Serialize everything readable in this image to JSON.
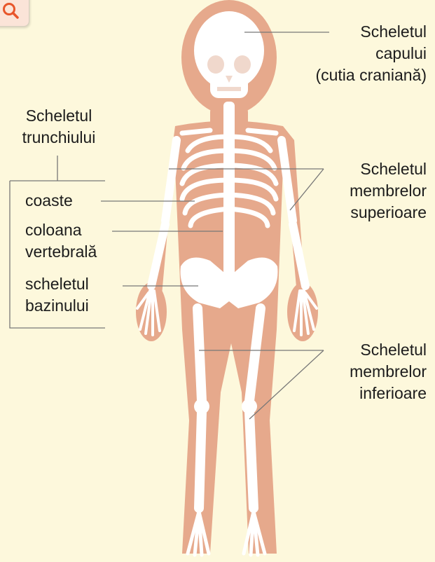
{
  "labels": {
    "skull": {
      "lines": [
        "Scheletul",
        "capului",
        "(cutia craniană)"
      ]
    },
    "trunk": {
      "lines": [
        "Scheletul",
        "trunchiului"
      ]
    },
    "ribs": {
      "lines": [
        "coaste"
      ]
    },
    "spine": {
      "lines": [
        "coloana",
        "vertebrală"
      ]
    },
    "pelvis": {
      "lines": [
        "scheletul",
        "bazinului"
      ]
    },
    "upper_limbs": {
      "lines": [
        "Scheletul",
        "membrelor",
        "superioare"
      ]
    },
    "lower_limbs": {
      "lines": [
        "Scheletul",
        "membrelor",
        "inferioare"
      ]
    }
  },
  "colors": {
    "background": "#fdf8dc",
    "body_silhouette": "#e6a98c",
    "bone": "#ffffff",
    "leader_line": "#777777",
    "search_icon": "#e8552a"
  },
  "icons": {
    "search": "magnifier-icon"
  }
}
